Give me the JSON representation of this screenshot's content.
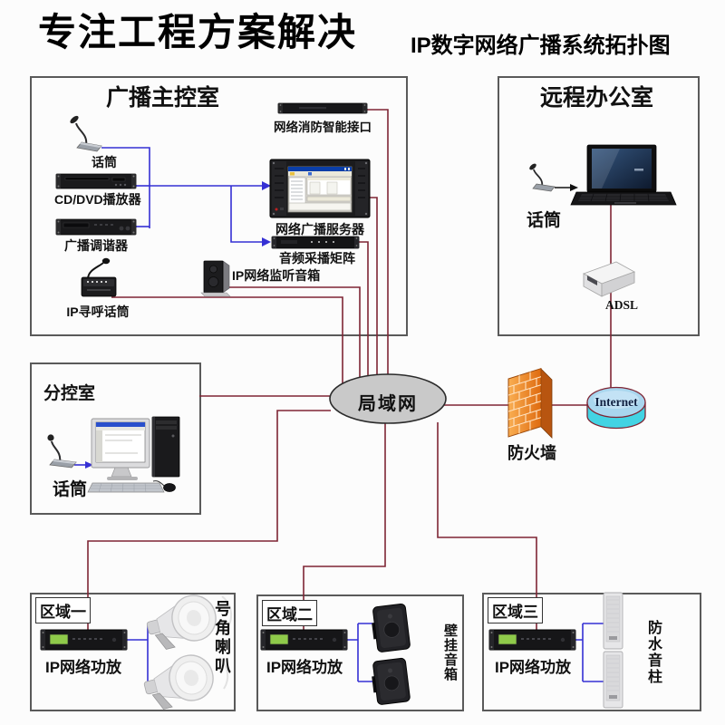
{
  "header": {
    "title": "专注工程方案解决",
    "subtitle": "IP数字网络广播系统拓扑图"
  },
  "colors": {
    "network_line": "#7e2534",
    "audio_line": "#3530d4",
    "firewall_orange": "#e8751a",
    "internet_top": "#a9d6ee",
    "internet_rim": "#43d3e3",
    "lan_fill": "#c9c9c9"
  },
  "main_control_room": {
    "title": "广播主控室",
    "mic_label": "话筒",
    "cd_player": "CD/DVD播放器",
    "tuner": "广播调谐器",
    "paging_mic": "IP寻呼话筒",
    "fire_interface": "网络消防智能接口",
    "server": "网络广播服务器",
    "matrix": "音频采播矩阵",
    "monitor_speaker": "IP网络监听音箱"
  },
  "remote_office": {
    "title": "远程办公室",
    "mic_label": "话筒",
    "adsl": "ADSL"
  },
  "sub_control_room": {
    "title": "分控室",
    "mic_label": "话筒"
  },
  "network": {
    "lan": "局域网",
    "firewall": "防火墙",
    "internet": "Internet"
  },
  "zones": [
    {
      "name": "区域一",
      "amp": "IP网络功放",
      "speakers": "号角喇叭"
    },
    {
      "name": "区域二",
      "amp": "IP网络功放",
      "speakers": "壁挂音箱"
    },
    {
      "name": "区域三",
      "amp": "IP网络功放",
      "speakers": "防水音柱"
    }
  ]
}
